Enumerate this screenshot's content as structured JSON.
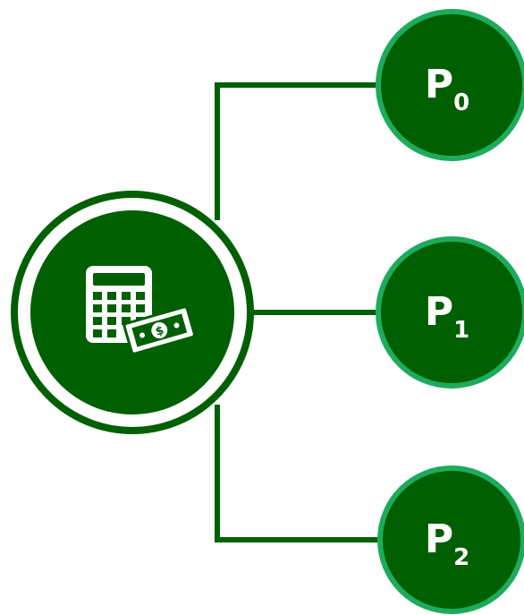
{
  "colors": {
    "dark_green": "#005f00",
    "accent_green": "#1dab5c",
    "white": "#ffffff"
  },
  "hub": {
    "icon": "calculator-money-icon"
  },
  "nodes": [
    {
      "letter": "P",
      "subscript": "0"
    },
    {
      "letter": "P",
      "subscript": "1"
    },
    {
      "letter": "P",
      "subscript": "2"
    }
  ]
}
